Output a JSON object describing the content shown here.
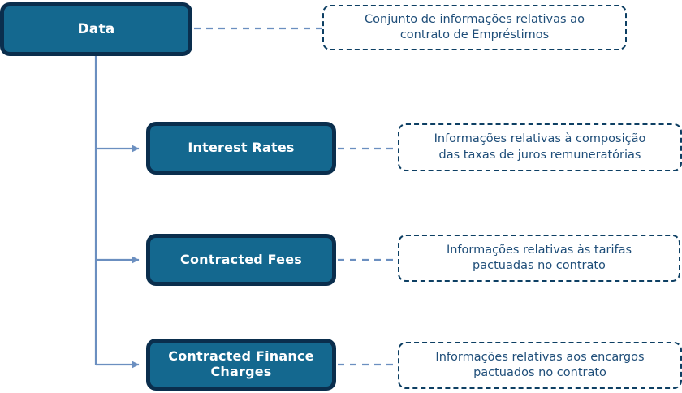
{
  "diagram": {
    "title": "Data",
    "nodes": [
      {
        "id": "root",
        "label": "Data"
      },
      {
        "id": "rates",
        "label": "Interest Rates"
      },
      {
        "id": "fees",
        "label": "Contracted Fees"
      },
      {
        "id": "charges",
        "label": "Contracted Finance\nCharges"
      }
    ],
    "notes": [
      {
        "id": "note-root",
        "text": "Conjunto de informações relativas ao\ncontrato de Empréstimos"
      },
      {
        "id": "note-rates",
        "text": "Informações relativas à composição\ndas taxas de juros remuneratórias"
      },
      {
        "id": "note-fees",
        "text": "Informações relativas às tarifas\npactuadas no contrato"
      },
      {
        "id": "note-charges",
        "text": "Informações relativas aos encargos\npactuados no contrato"
      }
    ],
    "colors": {
      "node_fill": "#14688f",
      "node_border": "#0a2e4d",
      "node_text": "#ffffff",
      "note_border": "#0d3f63",
      "note_text": "#1f4e79",
      "connector": "#6b8fc0",
      "background": "#ffffff"
    }
  }
}
